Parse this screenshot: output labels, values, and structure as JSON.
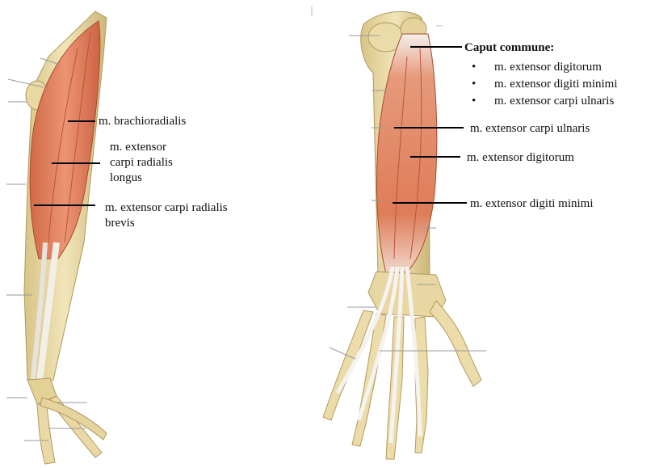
{
  "left_panel": {
    "labels": [
      "m. brachioradialis",
      "m. extensor carpi radialis longus",
      "m. extensor carpi radialis brevis"
    ]
  },
  "right_panel": {
    "caput_header": "Caput commune:",
    "caput_items": [
      "m. extensor digitorum",
      "m. extensor digiti minimi",
      "m. extensor carpi ulnaris"
    ],
    "labels": [
      "m. extensor carpi ulnaris",
      "m. extensor digitorum",
      "m. extensor digiti minimi"
    ]
  },
  "colors": {
    "bone": "#e9d9a4",
    "bone_dark": "#c9b577",
    "muscle": "#e0805c",
    "muscle_dark": "#c45c3c",
    "tendon": "#f4f1ec",
    "leader": "#000000"
  }
}
